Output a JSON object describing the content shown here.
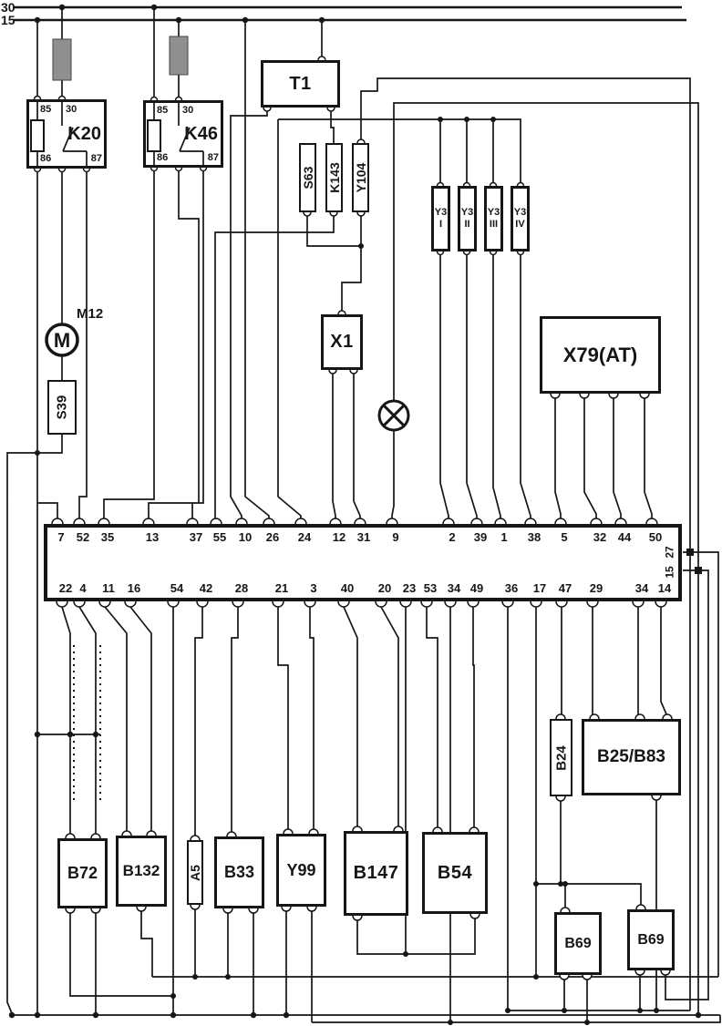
{
  "buses": {
    "b30": "30",
    "b15": "15"
  },
  "relays": {
    "k20": {
      "label": "K20",
      "pin85": "85",
      "pin30": "30",
      "pin86": "86",
      "pin87": "87"
    },
    "k46": {
      "label": "K46",
      "pin85": "85",
      "pin30": "30",
      "pin86": "86",
      "pin87": "87"
    }
  },
  "components": {
    "t1": "T1",
    "s63": "S63",
    "k143": "K143",
    "y104": "Y104",
    "y3_1": {
      "label": "Y3",
      "roman": "I"
    },
    "y3_2": {
      "label": "Y3",
      "roman": "II"
    },
    "y3_3": {
      "label": "Y3",
      "roman": "III"
    },
    "y3_4": {
      "label": "Y3",
      "roman": "IV"
    },
    "x79": "X79(AT)",
    "x1": "X1",
    "m12": {
      "label": "M12",
      "symbol": "M"
    },
    "s39": "S39",
    "b72": "B72",
    "b132": "B132",
    "a5": "A5",
    "b33": "B33",
    "y99": "Y99",
    "b147": "B147",
    "b54": "B54",
    "b24": "B24",
    "b25": "B25/B83",
    "b69a": "B69",
    "b69b": "B69"
  },
  "connector": {
    "top_pins": [
      "7",
      "52",
      "35",
      "13",
      "37",
      "55",
      "10",
      "26",
      "24",
      "12",
      "31",
      "9",
      "2",
      "39",
      "1",
      "38",
      "5",
      "32",
      "44",
      "50"
    ],
    "bottom_pins": [
      "22",
      "4",
      "11",
      "16",
      "54",
      "42",
      "28",
      "21",
      "3",
      "40",
      "20",
      "23",
      "53",
      "34",
      "49",
      "36",
      "17",
      "47",
      "29",
      "34",
      "14"
    ],
    "right_pins": [
      "27",
      "15"
    ]
  },
  "colors": {
    "wire": "#161616",
    "fuse_fill": "#8f8f8f"
  }
}
